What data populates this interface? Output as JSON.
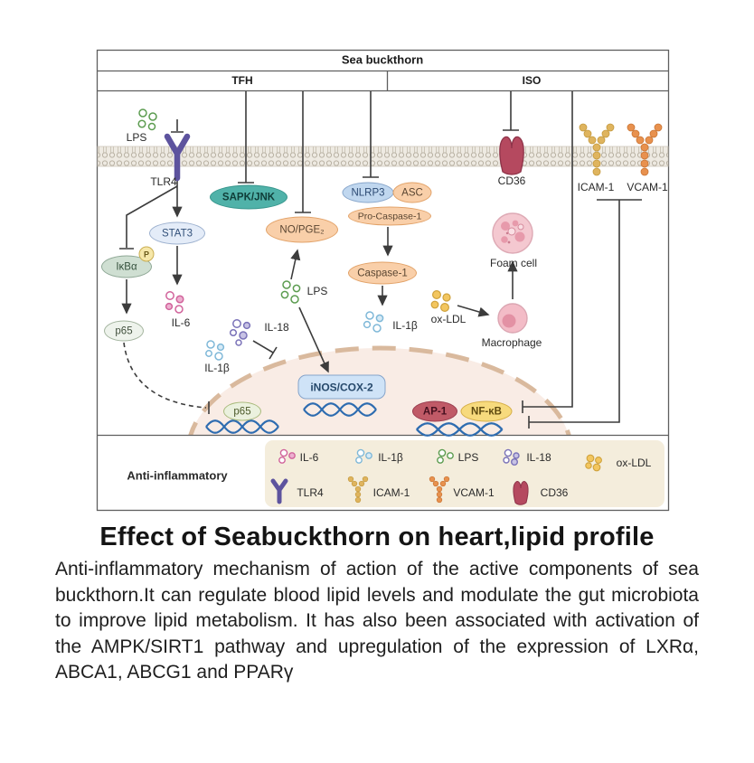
{
  "palette": {
    "teal_node": "#50b2a9",
    "peach_node": "#f9cfa9",
    "blue_node": "#c0d7ef",
    "stat3_blue": "#e4ecf8",
    "tlr4_purple": "#5d539e",
    "icam_tan": "#dfb45e",
    "vcam_orange": "#e8914e",
    "cd36_red": "#b5495f",
    "ap1_red": "#c05a67",
    "nfkb_yellow": "#f7da7d",
    "lps_green": "#5c9c50",
    "il6_pink": "#d1639b",
    "il1b_blue": "#7fb8d8",
    "il18_purple": "#7a72b8",
    "oxldl_yellow": "#f3c65f",
    "nucleus_fill": "#f9ece5",
    "nucleus_stroke": "#d9b99d",
    "dna_blue": "#2e6cb0",
    "arrow": "#3c3c3c"
  },
  "diagram": {
    "header": {
      "title": "Sea buckthorn",
      "col_left": "TFH",
      "col_right": "ISO"
    },
    "labels": {
      "lps": "LPS",
      "tlr4": "TLR4",
      "stat3": "STAT3",
      "sapk_jnk": "SAPK/JNK",
      "no_pge2": "NO/PGE₂",
      "nlrp3": "NLRP3",
      "asc": "ASC",
      "pro_caspase1": "Pro-Caspase-1",
      "caspase1": "Caspase-1",
      "cd36": "CD36",
      "icam1": "ICAM-1",
      "vcam1": "VCAM-1",
      "ikba": "IκBα",
      "phospho": "P",
      "p65": "p65",
      "il6": "IL-6",
      "il18": "IL-18",
      "il1b": "IL-1β",
      "oxldl": "ox-LDL",
      "foam_cell": "Foam cell",
      "macrophage": "Macrophage",
      "inos_cox2": "iNOS/COX-2",
      "p65_nucleus": "p65",
      "ap1": "AP-1",
      "nfkb": "NF-κB"
    },
    "legend": {
      "title": "Anti-inflammatory",
      "row1": [
        "IL-6",
        "IL-1β",
        "LPS",
        "IL-18",
        "ox-LDL"
      ],
      "row2": [
        "TLR4",
        "ICAM-1",
        "VCAM-1",
        "CD36"
      ]
    }
  },
  "caption": {
    "heading": "Effect of Seabuckthorn on heart,lipid profile",
    "body": "Anti-inflammatory mechanism of action of the active components of sea buckthorn.It can regulate blood lipid levels and modulate the gut microbiota to improve lipid metabolism. It has also been associated with activation of the AMPK/SIRT1 pathway and upregulation of the expression of LXRα, ABCA1, ABCG1 and PPARγ"
  }
}
